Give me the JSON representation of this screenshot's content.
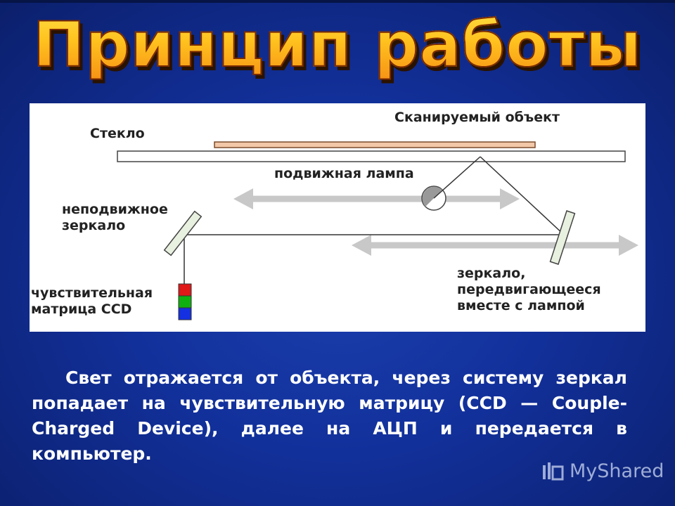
{
  "slide": {
    "title": "Принцип работы",
    "description": "Свет отражается от объекта, через систему зеркал попадает на чувствительную матрицу (CCD — Couple-Charged Device), далее на АЦП и передается в компьютер.",
    "watermark": "MyShared"
  },
  "diagram": {
    "labels": {
      "object": "Сканируемый объект",
      "glass": "Стекло",
      "lamp": "подвижная лампа",
      "fixed_mirror": "неподвижное\nзеркало",
      "ccd": "чувствительная\nматрица CCD",
      "moving_mirror": "зеркало,\nпередвигающееся\nвместе с лампой"
    },
    "colors": {
      "background": "#ffffff",
      "object_fill": "#f2c8a8",
      "arrow": "#c8c8c8",
      "ccd_red": "#e01818",
      "ccd_green": "#10b010",
      "ccd_blue": "#1430e0"
    }
  }
}
